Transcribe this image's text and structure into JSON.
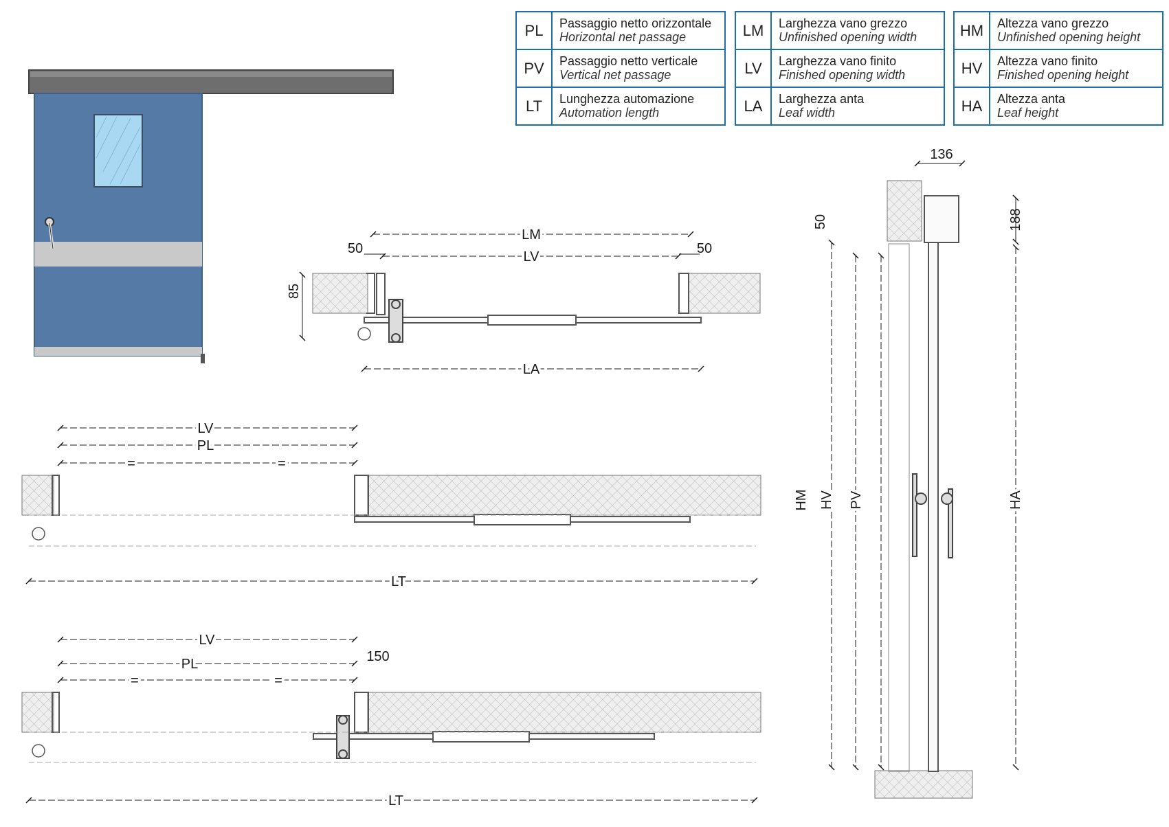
{
  "legend": [
    {
      "code": "PL",
      "it": "Passaggio netto orizzontale",
      "en": "Horizontal net passage"
    },
    {
      "code": "PV",
      "it": "Passaggio netto verticale",
      "en": "Vertical net passage"
    },
    {
      "code": "LT",
      "it": "Lunghezza automazione",
      "en": "Automation length"
    },
    {
      "code": "LM",
      "it": "Larghezza vano grezzo",
      "en": "Unfinished opening width"
    },
    {
      "code": "LV",
      "it": "Larghezza vano finito",
      "en": "Finished opening width"
    },
    {
      "code": "LA",
      "it": "Larghezza anta",
      "en": "Leaf width"
    },
    {
      "code": "HM",
      "it": "Altezza vano grezzo",
      "en": "Unfinished opening height"
    },
    {
      "code": "HV",
      "it": "Altezza vano finito",
      "en": "Finished opening height"
    },
    {
      "code": "HA",
      "it": "Altezza anta",
      "en": "Leaf height"
    }
  ],
  "plan_detail": {
    "lm": "LM",
    "lv": "LV",
    "la": "LA",
    "left_50": "50",
    "right_50": "50",
    "depth_85": "85"
  },
  "plan_open": {
    "lv": "LV",
    "pl": "PL",
    "eq1": "=",
    "eq2": "=",
    "lt": "LT"
  },
  "plan_open_handle": {
    "lv": "LV",
    "pl": "PL",
    "eq1": "=",
    "eq2": "=",
    "offset_150": "150",
    "lt": "LT"
  },
  "section": {
    "top_136": "136",
    "right_188": "188",
    "left_50": "50",
    "hm": "HM",
    "hv": "HV",
    "pv": "PV",
    "ha": "HA"
  },
  "colors": {
    "door_leaf": "#557aa6",
    "legend_border": "#1e6fa8",
    "track": "#6e6e6e",
    "wall_hatch": "#bcbcbc"
  }
}
